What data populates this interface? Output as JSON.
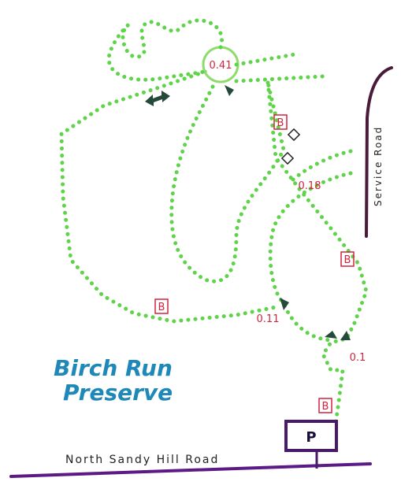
{
  "title": {
    "line1": "Birch Run",
    "line2": "Preserve",
    "color": "#1e88b8"
  },
  "roads": {
    "main": "North Sandy Hill Road",
    "service": "Service Road",
    "main_color": "#5b1a86",
    "service_color": "#4a1a3a"
  },
  "trail_color": "#5fd34a",
  "marker_color": "#d2243f",
  "blaze_label": "B",
  "parking_label": "P",
  "distances": [
    "0.41",
    "0.18",
    "0.11",
    "0.1"
  ],
  "icons": [
    "direction-arrow-icon",
    "parking-sign-icon",
    "blaze-marker-icon",
    "bench-icon"
  ]
}
